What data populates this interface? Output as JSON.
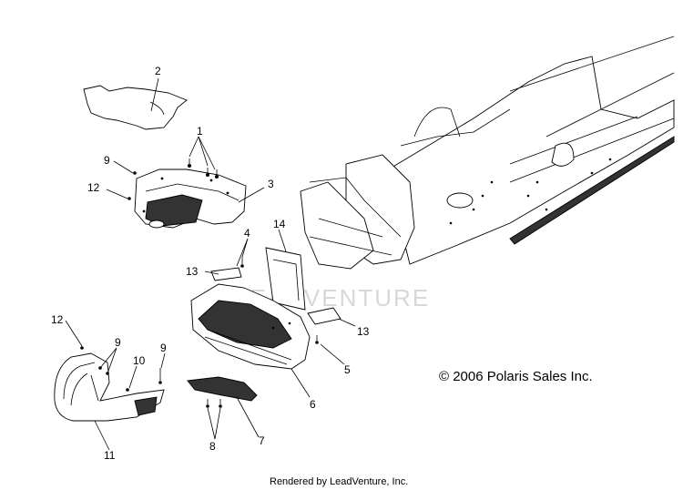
{
  "callouts": {
    "c1": "1",
    "c2": "2",
    "c3": "3",
    "c4": "4",
    "c5": "5",
    "c6": "6",
    "c7": "7",
    "c8": "8",
    "c9a": "9",
    "c9b": "9",
    "c9c": "9",
    "c10": "10",
    "c11": "11",
    "c12a": "12",
    "c12b": "12",
    "c13a": "13",
    "c13b": "13",
    "c14": "14"
  },
  "copyright": "© 2006 Polaris Sales Inc.",
  "watermark": "LEADVENTURE",
  "footer": "Rendered by LeadVenture, Inc."
}
